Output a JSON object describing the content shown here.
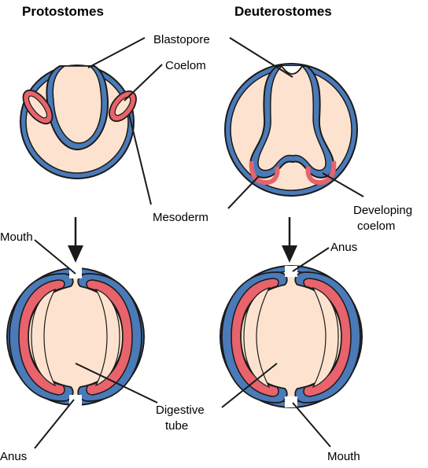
{
  "headings": {
    "left": "Protostomes",
    "right": "Deuterostomes"
  },
  "labels": {
    "blastopore": "Blastopore",
    "coelom": "Coelom",
    "mesoderm": "Mesoderm",
    "developing_coelom_line1": "Developing",
    "developing_coelom_line2": "coelom",
    "mouth_top_left": "Mouth",
    "anus_bottom_left": "Anus",
    "anus_top_right": "Anus",
    "mouth_bottom_right": "Mouth",
    "digestive_line1": "Digestive",
    "digestive_line2": "tube"
  },
  "colors": {
    "ectoderm": "#4a7ab8",
    "mesoderm": "#e8636b",
    "interior": "#fde3cf",
    "outline": "#1a1a1a"
  }
}
